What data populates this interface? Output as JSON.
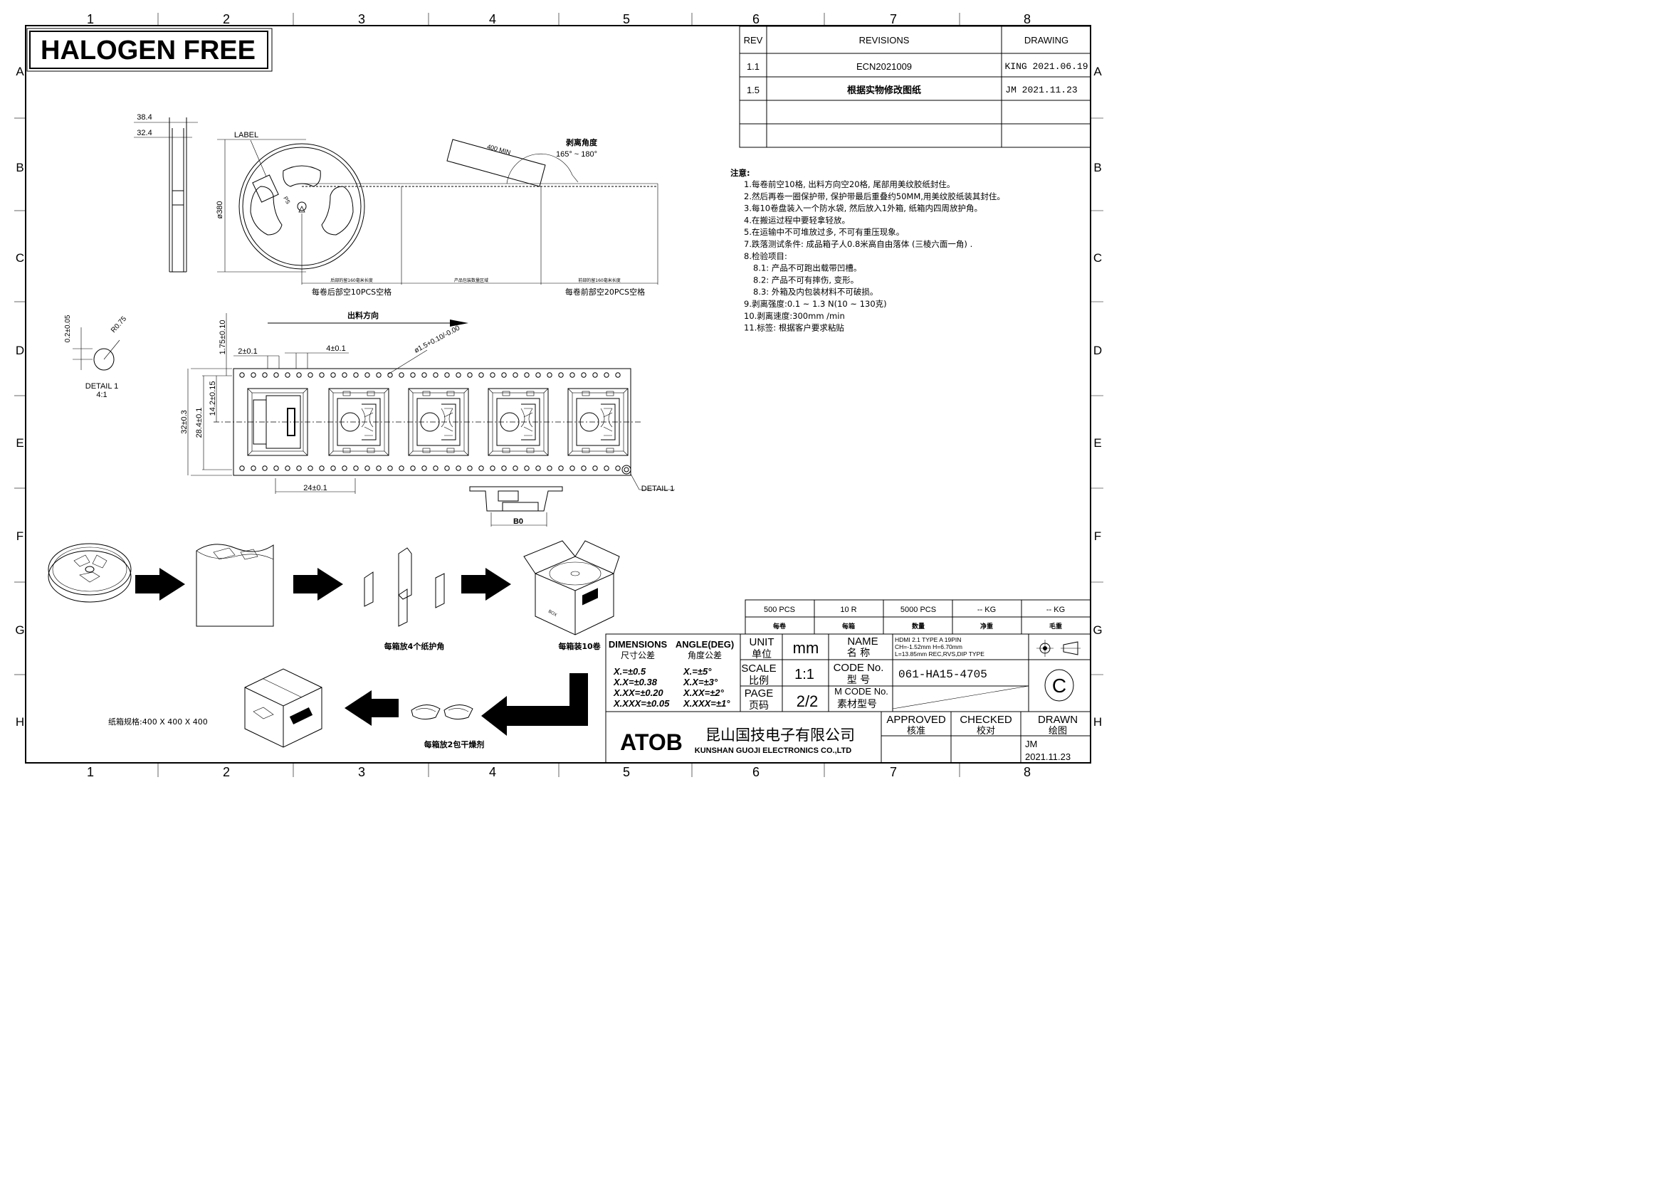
{
  "title_badge": "HALOGEN FREE",
  "grid": {
    "columns": [
      "1",
      "2",
      "3",
      "4",
      "5",
      "6",
      "7",
      "8"
    ],
    "rows": [
      "A",
      "B",
      "C",
      "D",
      "E",
      "F",
      "G",
      "H"
    ]
  },
  "revisions": {
    "headers": {
      "rev": "REV",
      "revisions": "REVISIONS",
      "drawing": "DRAWING"
    },
    "rows": [
      {
        "rev": "1.1",
        "desc": "ECN2021009",
        "drawing": "KING  2021.06.19"
      },
      {
        "rev": "1.5",
        "desc": "根据实物修改图纸",
        "drawing": "JM  2021.11.23"
      }
    ]
  },
  "reel": {
    "dim_outer": "38.4",
    "dim_inner": "32.4",
    "diameter": "ø380",
    "label": "LABEL",
    "peel_length": "400 MIN",
    "peel_angle_title": "剥离角度",
    "peel_angle_value": "165° ~ 180°",
    "seg_rear": "后部的留160毫米长度",
    "seg_product": "产品包装数量区域",
    "seg_front": "前部的留160毫米长度",
    "rear_empty": "每卷后部空10PCS空格",
    "front_empty": "每卷前部空20PCS空格"
  },
  "notes": {
    "title": "注意:",
    "items": [
      "1.每卷前空10格, 出料方向空20格, 尾部用美纹胶纸封住。",
      "2.然后再卷一圈保护带, 保护带最后重叠约50MM,用美纹胶纸装其封住。",
      "3.每10卷盘装入一个防水袋, 然后放入1外箱, 纸箱内四周放护角。",
      "4.在搬运过程中要轻拿轻放。",
      "5.在运输中不可堆放过多, 不可有重压现象。",
      "7.跌落测试条件: 成品箱子人0.8米高自由落体 (三棱六面一角) .",
      "8.检验项目:",
      "8.1: 产品不可跑出载带凹槽。",
      "8.2: 产品不可有摔伤, 变形。",
      "8.3: 外箱及内包装材料不可破损。",
      "9.剥离强度:0.1 ~ 1.3 N(10 ~ 130克)",
      "10.剥离速度:300mm /min",
      "11.标签: 根据客户要求粘贴"
    ]
  },
  "detail": {
    "dim_v": "0.2±0.05",
    "radius": "R0.75",
    "label": "DETAIL  1",
    "scale": "4:1",
    "callout": "DETAIL  1"
  },
  "tape": {
    "direction": "出料方向",
    "d_edge": "1.75±0.10",
    "d_p2": "2±0.1",
    "d_p0": "4±0.1",
    "d_hole": "ø1.5+0.10/-0.00",
    "d_f": "14.2±0.15",
    "d_e": "28.4±0.1",
    "d_w": "32±0.3",
    "d_pitch": "24±0.1",
    "d_b0": "B0"
  },
  "flow": {
    "corners_caption": "每箱放4个纸护角",
    "box_caption": "每箱装10卷",
    "desiccant_caption": "每箱放2包干燥剂",
    "carton_caption": "纸箱规格:400 X 400 X 400"
  },
  "quantities": {
    "values": [
      "500  PCS",
      "10  R",
      "5000  PCS",
      "--  KG",
      "--  KG"
    ],
    "labels": [
      "每卷",
      "每箱",
      "数量",
      "净重",
      "毛重"
    ]
  },
  "title_block": {
    "dimensions_h": "DIMENSIONS",
    "dimensions_cn": "尺寸公差",
    "angle_h": "ANGLE(DEG)",
    "angle_cn": "角度公差",
    "tol_lin": [
      "X.=±0.5",
      "X.X=±0.38",
      "X.XX=±0.20",
      "X.XXX=±0.05"
    ],
    "tol_ang": [
      "X.=±5°",
      "X.X=±3°",
      "X.XX=±2°",
      "X.XXX=±1°"
    ],
    "unit_h": "UNIT",
    "unit_cn": "单位",
    "unit_val": "mm",
    "name_h": "NAME",
    "name_cn": "名    称",
    "name_val": [
      "HDMI 2.1 TYPE A 19PIN",
      "CH=-1.52mm  H=6.70mm",
      "L=13.85mm  REC,RVS,DIP  TYPE"
    ],
    "scale_h": "SCALE",
    "scale_cn": "比例",
    "scale_val": "1:1",
    "code_h": "CODE  No.",
    "code_cn": "型    号",
    "code_val": "061-HA15-4705",
    "page_h": "PAGE",
    "page_cn": "页码",
    "page_val": "2/2",
    "mcode_h": "M CODE No.",
    "mcode_cn": "素材型号",
    "approved_h": "APPROVED",
    "approved_cn": "核准",
    "checked_h": "CHECKED",
    "checked_cn": "校对",
    "drawn_h": "DRAWN",
    "drawn_cn": "绘图",
    "drawn_by": "JM",
    "drawn_date": "2021.11.23",
    "logo": "ATOB",
    "company_cn": "昆山国技电子有限公司",
    "company_en": "KUNSHAN GUOJI ELECTRONICS CO.,LTD",
    "revision_mark": "C"
  }
}
